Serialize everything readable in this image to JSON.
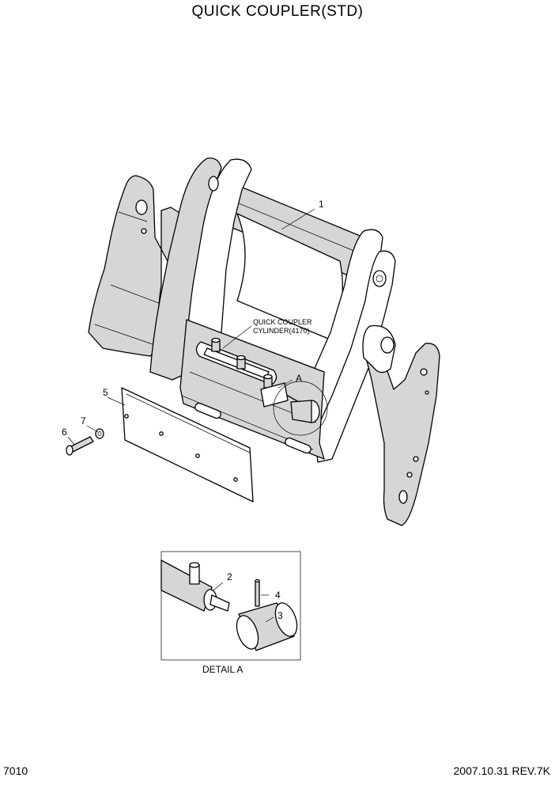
{
  "title": "QUICK COUPLER(STD)",
  "page_number": "7010",
  "revision": "2007.10.31  REV.7K",
  "callouts": {
    "c1": "1",
    "c2": "2",
    "c3": "3",
    "c4": "4",
    "c5": "5",
    "c6": "6",
    "c7": "7",
    "detail_ref": "A"
  },
  "cylinder_note": {
    "line1": "QUICK COUPLER",
    "line2": "CYLINDER(4170)"
  },
  "detail_caption": "DETAIL A"
}
